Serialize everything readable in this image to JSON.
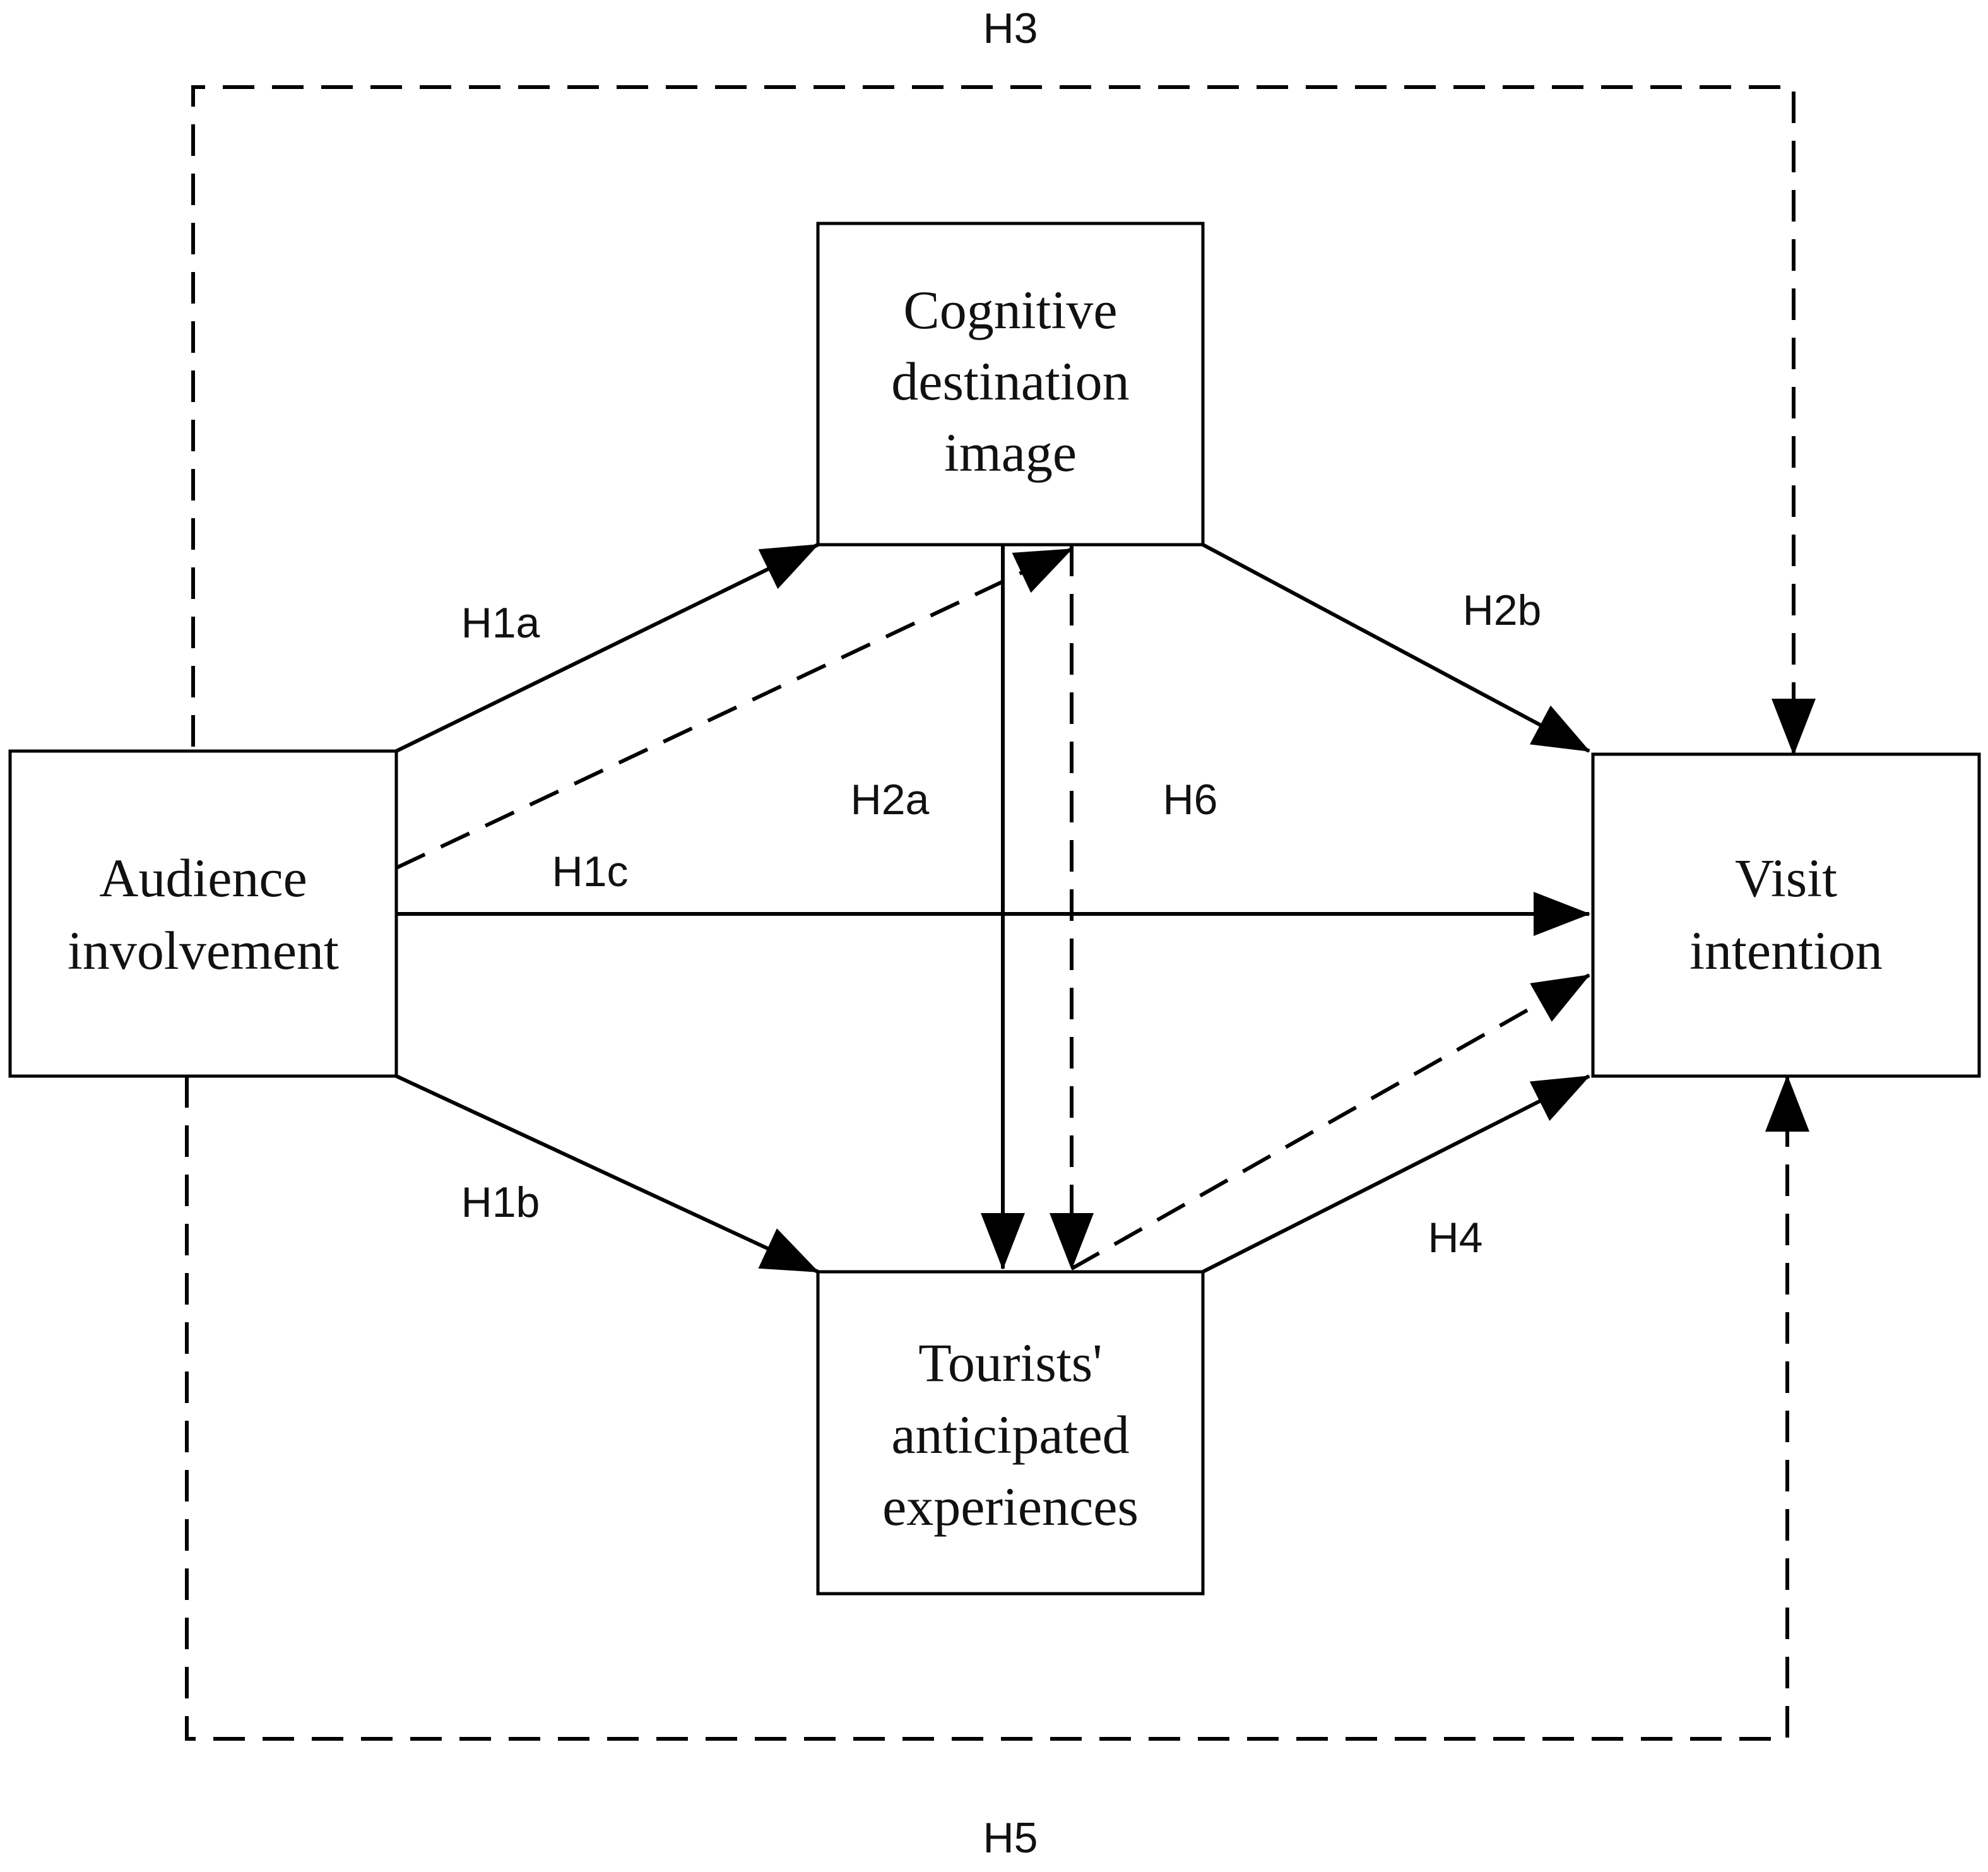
{
  "nodes": {
    "audience": {
      "lines": [
        "Audience",
        "involvement"
      ]
    },
    "cognitive": {
      "lines": [
        "Cognitive",
        "destination",
        "image"
      ]
    },
    "tourists": {
      "lines": [
        "Tourists'",
        "anticipated",
        "experiences"
      ]
    },
    "visit": {
      "lines": [
        "Visit",
        "intention"
      ]
    }
  },
  "hypotheses": {
    "h1a": "H1a",
    "h1b": "H1b",
    "h1c": "H1c",
    "h2a": "H2a",
    "h2b": "H2b",
    "h3": "H3",
    "h4": "H4",
    "h5": "H5",
    "h6": "H6"
  }
}
